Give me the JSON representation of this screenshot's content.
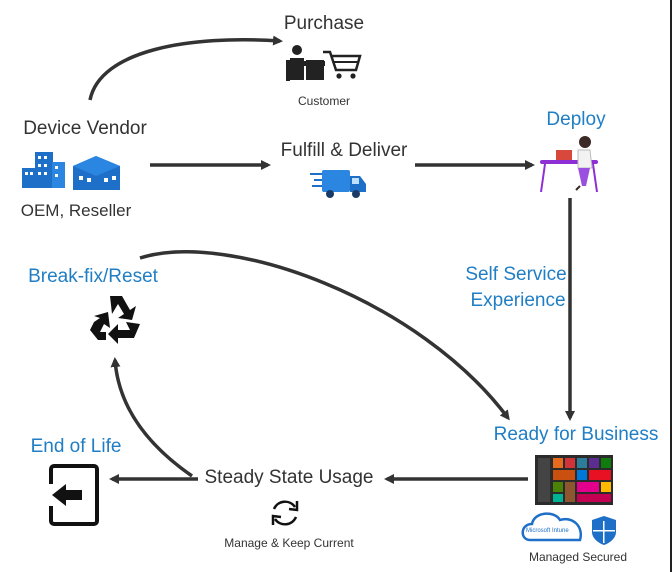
{
  "nodes": {
    "purchase": {
      "title": "Purchase",
      "caption": "Customer"
    },
    "device_vendor": {
      "title": "Device Vendor",
      "caption": "OEM, Reseller"
    },
    "fulfill": {
      "title": "Fulfill & Deliver"
    },
    "deploy": {
      "title": "Deploy"
    },
    "self_service": {
      "line1": "Self Service",
      "line2": "Experience"
    },
    "ready": {
      "title": "Ready for Business",
      "caption": "Managed Secured",
      "intune_label": "Microsoft Intune"
    },
    "steady": {
      "title": "Steady State Usage",
      "caption": "Manage & Keep Current"
    },
    "end_of_life": {
      "title": "End of Life"
    },
    "break_fix": {
      "title": "Break-fix/Reset"
    }
  },
  "colors": {
    "blue": "#1f7ec4",
    "dark": "#333333",
    "arrow": "#333333",
    "icon_blue": "#1e6fc8"
  }
}
